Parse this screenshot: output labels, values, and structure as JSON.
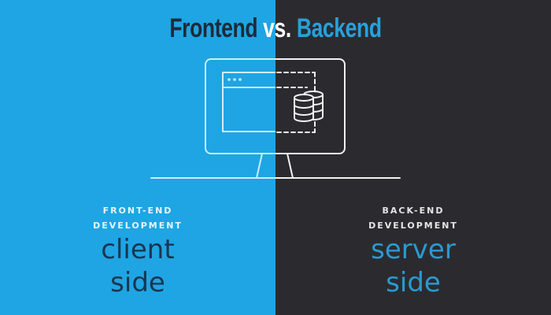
{
  "title": {
    "part1": "Frontend",
    "part2": "vs.",
    "part3": "Backend"
  },
  "left": {
    "label_line1": "FRONT-END",
    "label_line2": "DEVELOPMENT",
    "big_line1": "client",
    "big_line2": "side"
  },
  "right": {
    "label_line1": "BACK-END",
    "label_line2": "DEVELOPMENT",
    "big_line1": "server",
    "big_line2": "side"
  },
  "colors": {
    "left_bg": "#1fa5e3",
    "right_bg": "#2b2b2f",
    "title_dark": "#1c2b3a",
    "title_accent": "#27a1dc",
    "client_text": "#1a3550",
    "server_text": "#2a9ad2"
  },
  "icons": [
    "monitor-icon",
    "browser-window-icon",
    "database-icon"
  ]
}
